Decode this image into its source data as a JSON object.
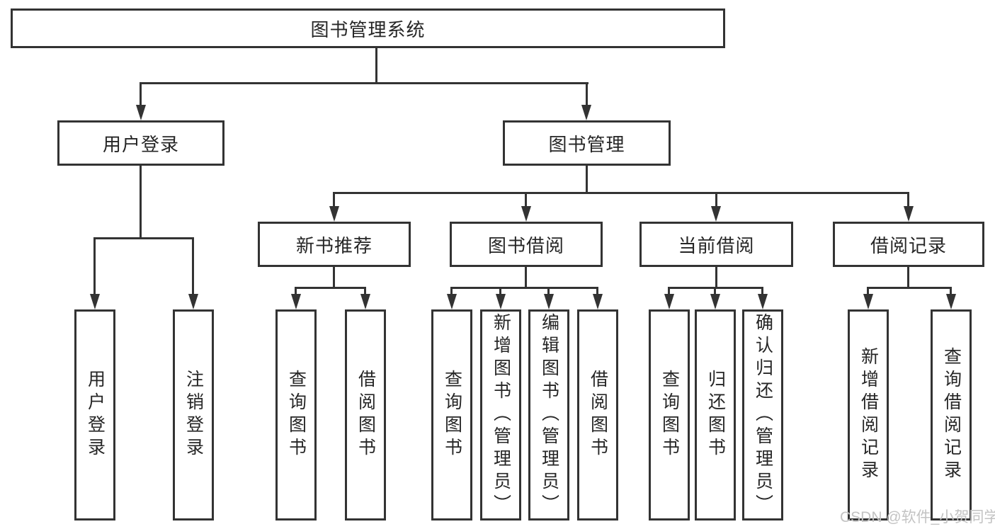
{
  "colors": {
    "line": "#333333",
    "text": "#262626",
    "background": "#ffffff",
    "watermark": "#c3c3c3"
  },
  "watermark": {
    "text": "CSDN @软件_小贺同学"
  },
  "tree": {
    "root": {
      "label": "图书管理系统",
      "children": [
        {
          "label": "用户登录",
          "children": [
            {
              "label": "用户登录"
            },
            {
              "label": "注销登录"
            }
          ]
        },
        {
          "label": "图书管理",
          "children": [
            {
              "label": "新书推荐",
              "children": [
                {
                  "label": "查询图书"
                },
                {
                  "label": "借阅图书"
                }
              ]
            },
            {
              "label": "图书借阅",
              "children": [
                {
                  "label": "查询图书"
                },
                {
                  "label": "新增图书（管理员）"
                },
                {
                  "label": "编辑图书（管理员）"
                },
                {
                  "label": "借阅图书"
                }
              ]
            },
            {
              "label": "当前借阅",
              "children": [
                {
                  "label": "查询图书"
                },
                {
                  "label": "归还图书"
                },
                {
                  "label": "确认归还（管理员）"
                }
              ]
            },
            {
              "label": "借阅记录",
              "children": [
                {
                  "label": "新增借阅记录"
                },
                {
                  "label": "查询借阅记录"
                }
              ]
            }
          ]
        }
      ]
    }
  }
}
